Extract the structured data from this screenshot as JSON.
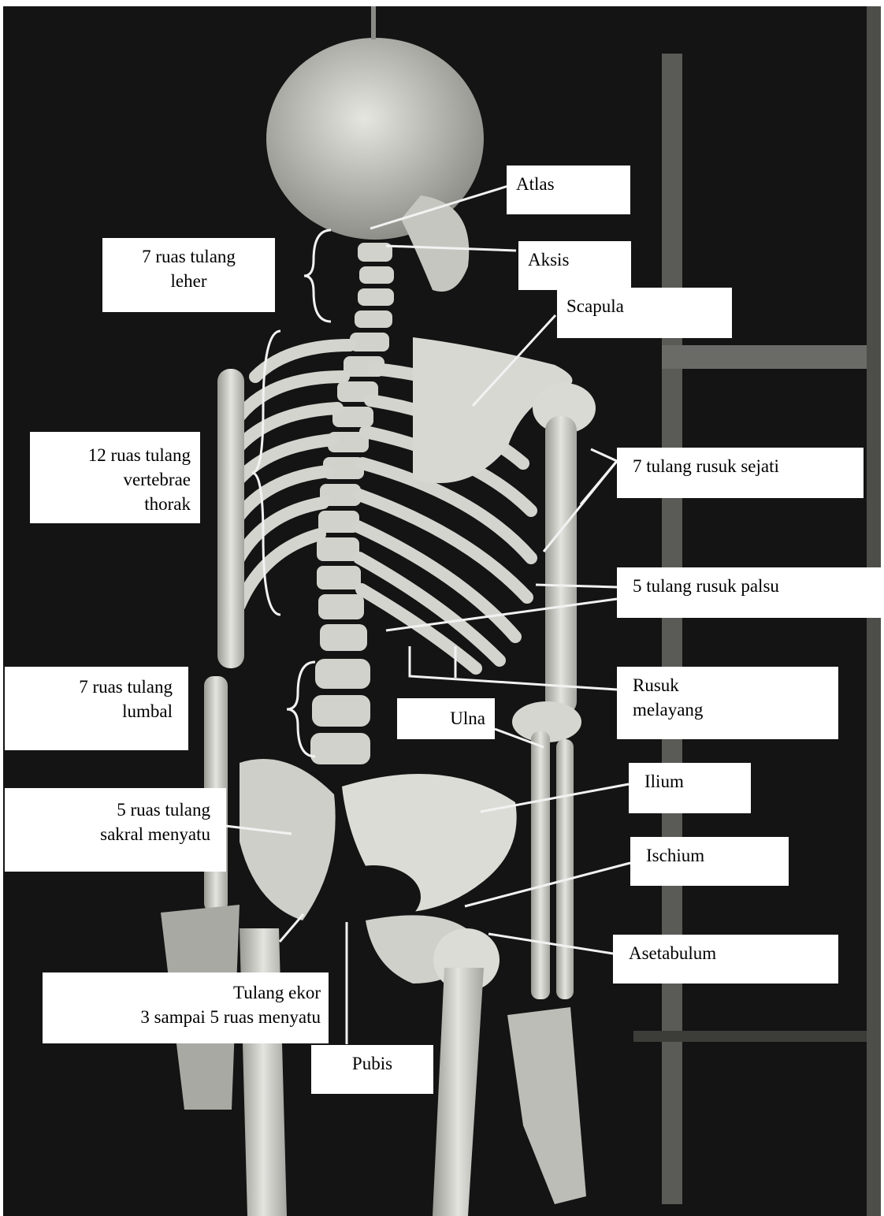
{
  "labels": {
    "atlas": "Atlas",
    "aksis": "Aksis",
    "scapula": "Scapula",
    "leher": [
      "7 ruas tulang",
      "leher"
    ],
    "thorak": [
      "12 ruas tulang",
      "vertebrae",
      "thorak"
    ],
    "rusuk_sejati": "7 tulang rusuk sejati",
    "rusuk_palsu": "5 tulang rusuk palsu",
    "lumbal": [
      "7 ruas tulang",
      "lumbal"
    ],
    "rusuk_melayang": [
      "Rusuk",
      "melayang"
    ],
    "ulna": "Ulna",
    "ilium": "Ilium",
    "sakral": [
      "5 ruas tulang",
      "sakral menyatu"
    ],
    "ischium": "Ischium",
    "asetabulum": "Asetabulum",
    "ekor": [
      "Tulang ekor",
      "3 sampai 5 ruas menyatu"
    ],
    "pubis": "Pubis"
  },
  "colors": {
    "background": "#141414",
    "bone": "#d9d9d4",
    "label_bg": "#ffffff",
    "leader": "#f2f2f2"
  }
}
